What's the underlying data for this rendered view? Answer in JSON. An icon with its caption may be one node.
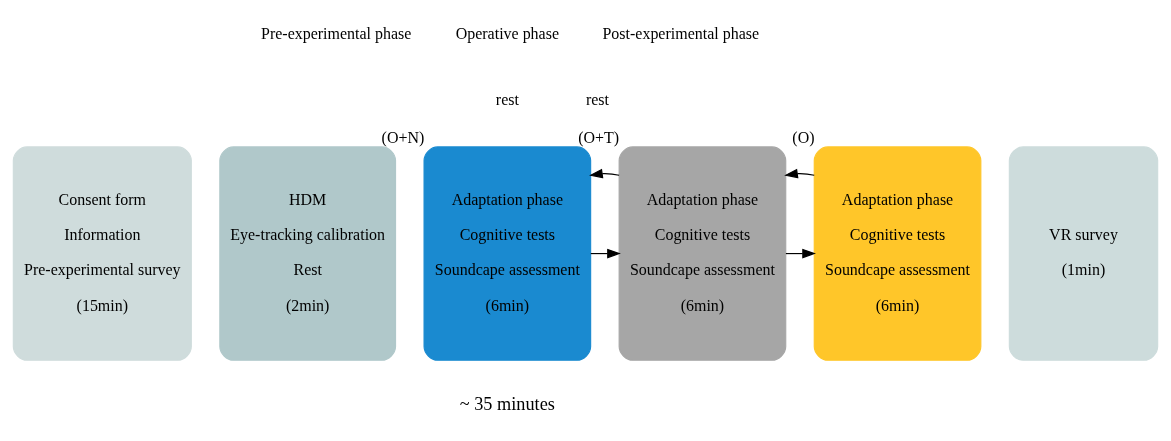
{
  "diagram": {
    "nodes": [
      {
        "text": [
          "Consent form",
          "Information",
          "Pre-experimental survey",
          "(15min)"
        ]
      },
      {
        "text": [
          "HDM",
          "Eye-tracking calibration",
          "Rest",
          "(2min)"
        ]
      },
      {
        "text": [
          "Adaptation phase",
          "Cognitive tests",
          "Soundcape assessment",
          "(6min)"
        ],
        "beside": [
          "(O+N)"
        ]
      },
      {
        "text": [
          "Adaptation phase",
          "Cognitive tests",
          "Soundcape assessment",
          "(6min)"
        ],
        "beside": [
          "(O+T)"
        ]
      },
      {
        "text": [
          "Adaptation phase",
          "Cognitive tests",
          "Soundcape assessment",
          "(6min)"
        ],
        "beside": [
          "(O)"
        ]
      },
      {
        "text": [
          "VR survey",
          "(1min)"
        ]
      }
    ],
    "edges": [
      {
        "from": 2,
        "to": 3,
        "arrow": "to"
      },
      {
        "from": 3,
        "to": 2,
        "arrow": "to"
      },
      {
        "from": 3,
        "to": 4,
        "arrow": "to"
      },
      {
        "from": 4,
        "to": 3,
        "arrow": "to"
      }
    ],
    "labels": [
      "Pre-experimental phase",
      "Operative phase",
      "Post-experimental phase",
      "rest",
      "rest",
      "~ 35 minutes"
    ]
  }
}
